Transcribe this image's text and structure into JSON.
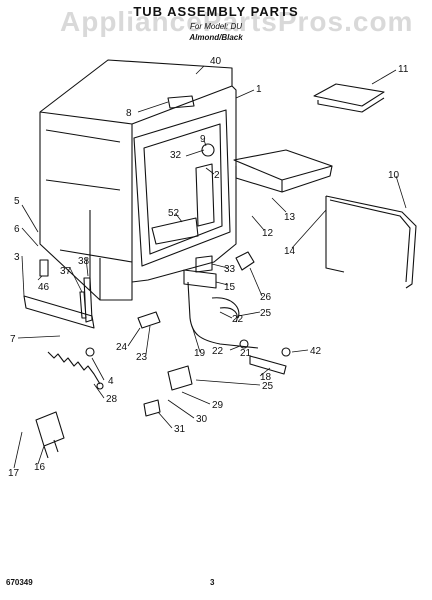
{
  "header": {
    "title": "TUB ASSEMBLY PARTS",
    "subtitle": "For Model: DU",
    "variant": "Almond/Black"
  },
  "watermark": "AppliancePartsPros.com",
  "footer": {
    "doc_number": "670349",
    "page_number": "3"
  },
  "callouts": [
    "40",
    "1",
    "11",
    "8",
    "32",
    "9",
    "2",
    "10",
    "5",
    "6",
    "3",
    "52",
    "13",
    "12",
    "14",
    "38",
    "37",
    "46",
    "33",
    "15",
    "26",
    "22",
    "25",
    "7",
    "24",
    "23",
    "21",
    "19",
    "42",
    "18",
    "4",
    "28",
    "29",
    "30",
    "31",
    "17",
    "16"
  ]
}
